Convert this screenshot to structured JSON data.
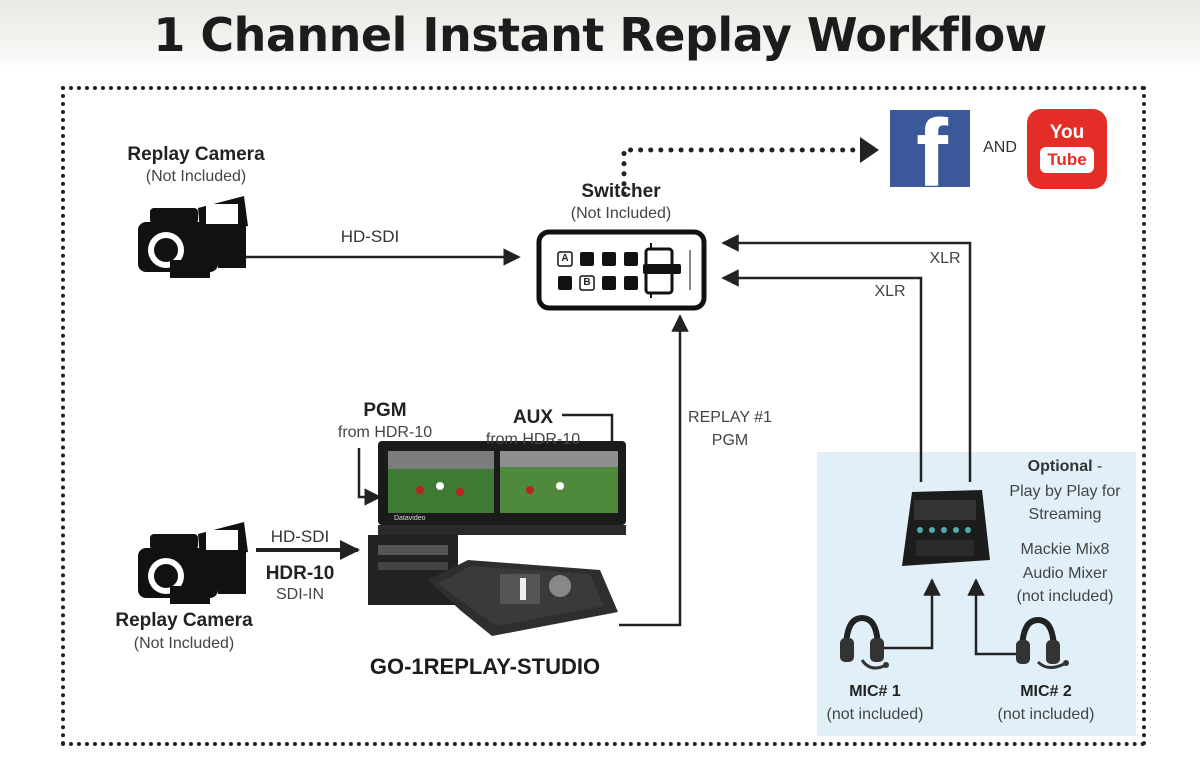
{
  "title": "1 Channel Instant Replay Workflow",
  "camera_top": {
    "name": "Replay Camera",
    "note": "(Not Included)"
  },
  "camera_bottom": {
    "name": "Replay Camera",
    "note": "(Not Included)"
  },
  "switcher": {
    "name": "Switcher",
    "note": "(Not Included)",
    "btn_a": "A",
    "btn_b": "B"
  },
  "social": {
    "and": "AND",
    "facebook_glyph": "f",
    "youtube_you": "You",
    "youtube_tube": "Tube"
  },
  "links": {
    "hd_sdi_top": "HD-SDI",
    "hd_sdi_bottom": "HD-SDI",
    "hdr10": "HDR-10",
    "sdi_in": "SDI-IN",
    "replay_line1": "REPLAY #1",
    "replay_line2": "PGM",
    "xlr_1": "XLR",
    "xlr_2": "XLR"
  },
  "pgm": {
    "title": "PGM",
    "sub": "from HDR-10"
  },
  "aux": {
    "title": "AUX",
    "sub": "from HDR-10"
  },
  "studio": {
    "name": "GO-1REPLAY-STUDIO",
    "monitor_brand": "Datavideo"
  },
  "optional": {
    "title": "Optional",
    "title_suffix": " -",
    "line1": "Play by Play for",
    "line2": "Streaming",
    "mixer_line1": "Mackie Mix8",
    "mixer_line2": "Audio Mixer",
    "mixer_line3": "(not included)"
  },
  "mic1": {
    "name": "MIC# 1",
    "note": "(not included)"
  },
  "mic2": {
    "name": "MIC# 2",
    "note": "(not included)"
  },
  "colors": {
    "frame": "#222222",
    "optional_bg": "#e1f0f8",
    "facebook": "#3b5998",
    "youtube": "#e52d27"
  }
}
